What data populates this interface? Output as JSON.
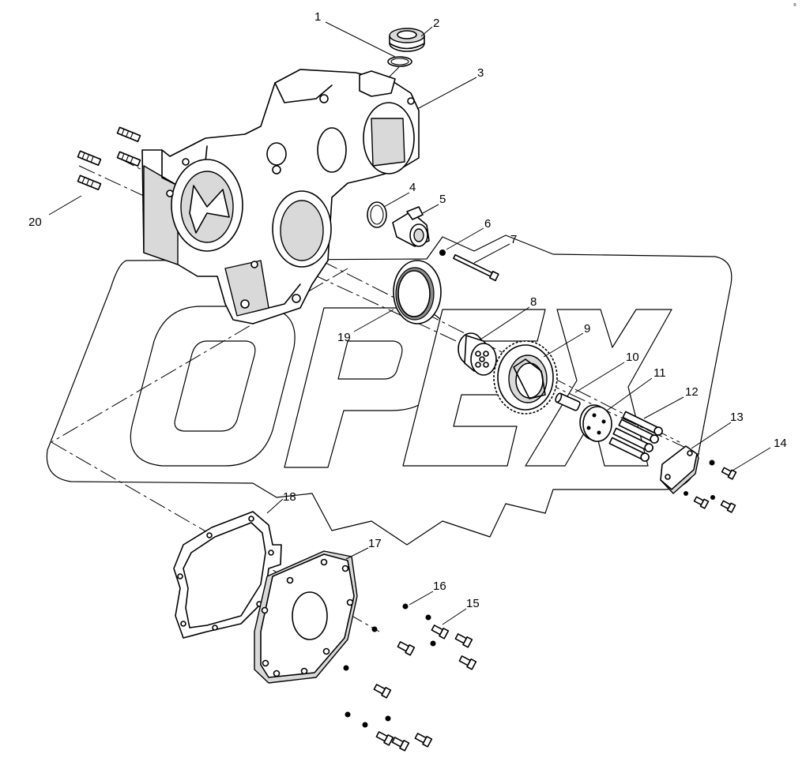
{
  "corner_mark": "®",
  "watermark": {
    "text": "OPEX"
  },
  "callouts": [
    {
      "id": "1",
      "text": "1"
    },
    {
      "id": "2",
      "text": "2"
    },
    {
      "id": "3",
      "text": "3"
    },
    {
      "id": "4",
      "text": "4"
    },
    {
      "id": "5",
      "text": "5"
    },
    {
      "id": "6",
      "text": "6"
    },
    {
      "id": "7",
      "text": "7"
    },
    {
      "id": "8",
      "text": "8"
    },
    {
      "id": "9",
      "text": "9"
    },
    {
      "id": "10",
      "text": "10"
    },
    {
      "id": "11",
      "text": "11"
    },
    {
      "id": "12",
      "text": "12"
    },
    {
      "id": "13",
      "text": "13"
    },
    {
      "id": "14",
      "text": "14"
    },
    {
      "id": "15",
      "text": "15"
    },
    {
      "id": "16",
      "text": "16"
    },
    {
      "id": "17",
      "text": "17"
    },
    {
      "id": "18",
      "text": "18"
    },
    {
      "id": "19",
      "text": "19"
    },
    {
      "id": "20",
      "text": "20"
    }
  ]
}
